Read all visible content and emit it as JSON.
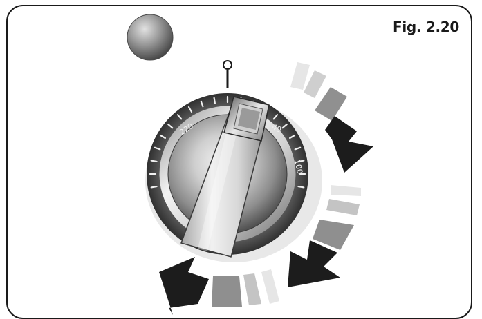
{
  "figure": {
    "label": "Fig. 2.20"
  },
  "dial": {
    "scale_labels": [
      "220",
      "40",
      "100"
    ],
    "zero_mark": "0"
  },
  "colors": {
    "frame_stroke": "#1a1a1a",
    "arrow_dark": "#1c1c1c",
    "stripe_mid": "#8f8f8f",
    "stripe_light": "#bcbcbc",
    "stripe_pale": "#dcdcdc",
    "indicator_light": "#8a8a8a"
  },
  "icons": {
    "indicator": "indicator-light-icon",
    "rotate_arrows": "rotate-clockwise-arrow-icon"
  }
}
